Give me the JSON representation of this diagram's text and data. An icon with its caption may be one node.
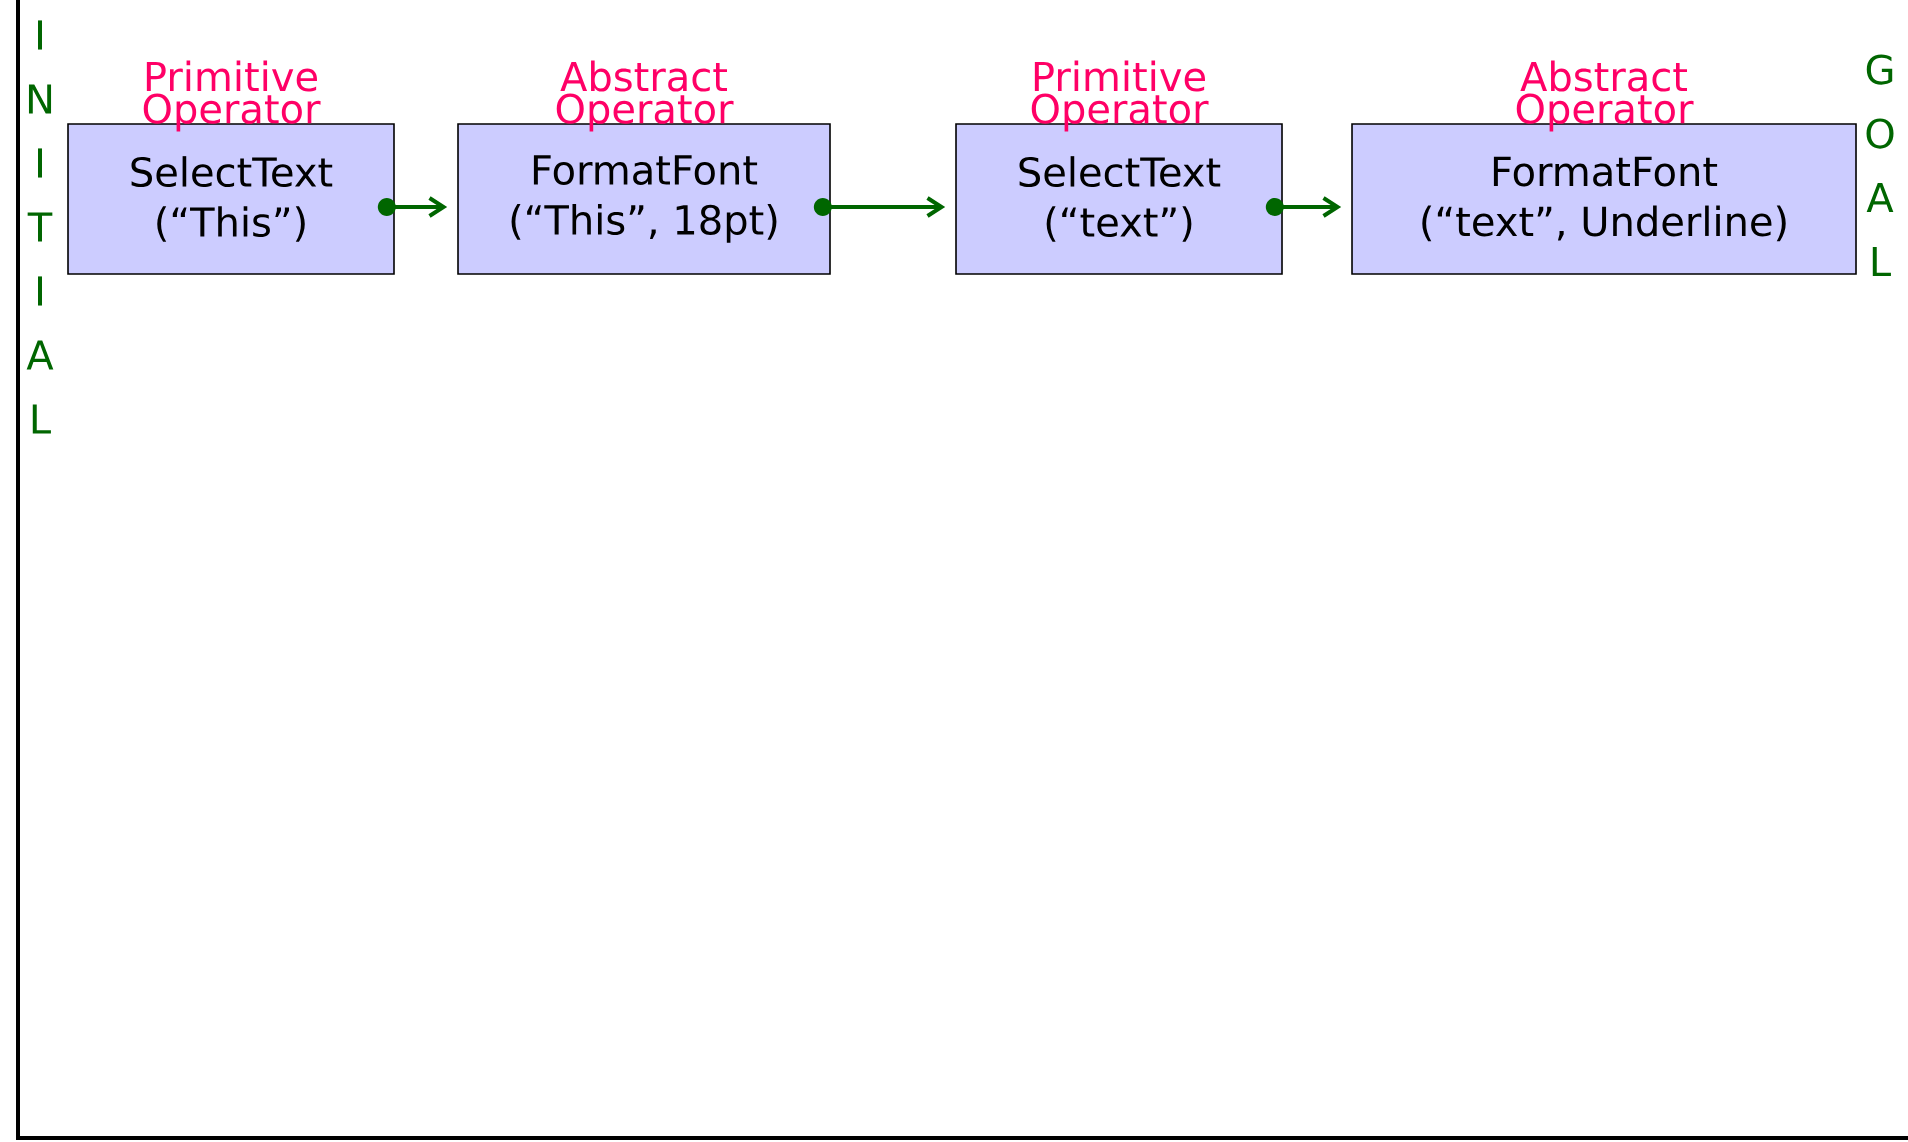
{
  "diagram": {
    "nodes": [
      {
        "text": [
          "SelectText",
          "(“This”)"
        ],
        "beside": [
          "Primitive Operator"
        ]
      },
      {
        "text": [
          "FormatFont",
          "(“This”, 18pt)"
        ],
        "beside": [
          "Abstract Operator"
        ]
      },
      {
        "text": [
          "SelectText",
          "(“text”)"
        ],
        "beside": [
          "Primitive Operator"
        ]
      },
      {
        "text": [
          "FormatFont",
          "(“text”, Underline)"
        ],
        "beside": [
          "Abstract Operator"
        ]
      }
    ],
    "edges": [
      {
        "from": 0,
        "to": 1,
        "arrow": "to"
      },
      {
        "from": 1,
        "to": 2,
        "arrow": "to"
      },
      {
        "from": 2,
        "to": 3,
        "arrow": "to"
      }
    ],
    "labels": [
      "INITIAL",
      "GOAL"
    ]
  }
}
